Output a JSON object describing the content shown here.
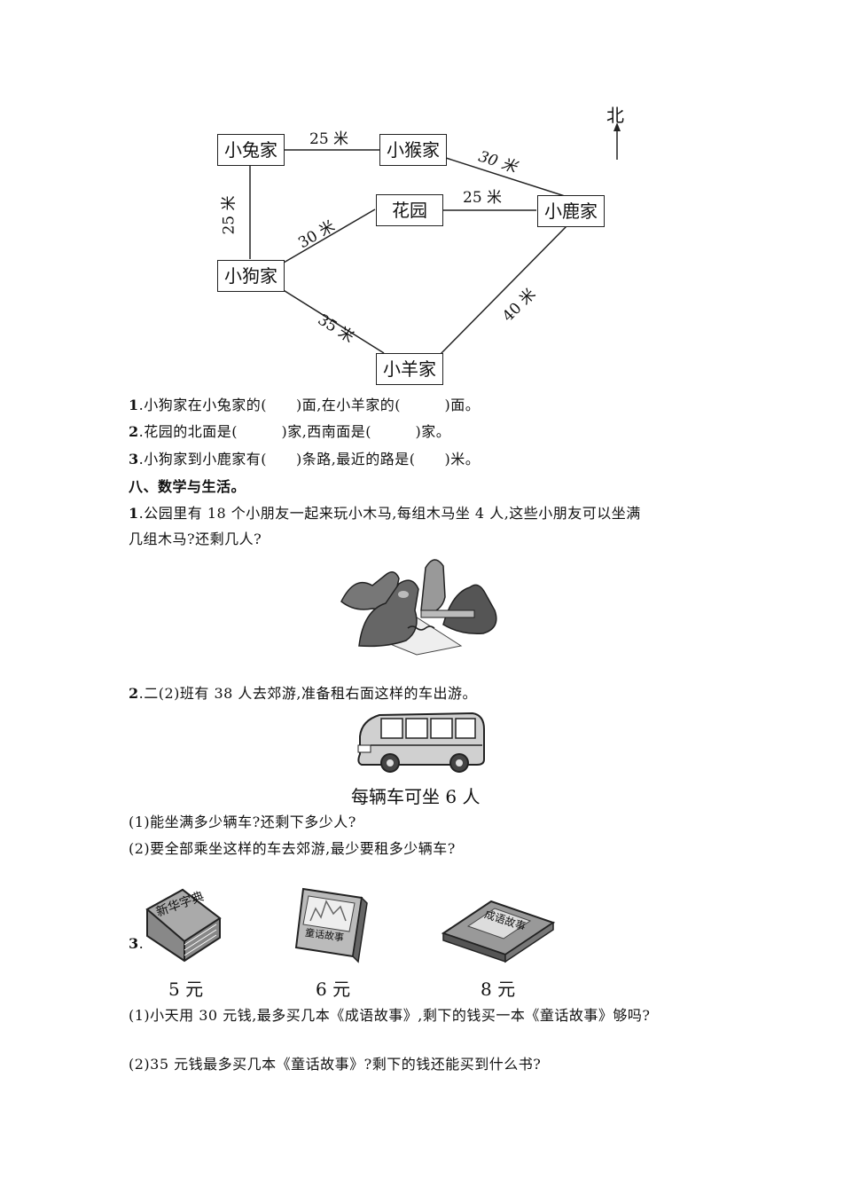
{
  "map": {
    "north": "北",
    "nodes": {
      "rabbit": "小兔家",
      "monkey": "小猴家",
      "garden": "花园",
      "deer": "小鹿家",
      "dog": "小狗家",
      "sheep": "小羊家"
    },
    "edges": {
      "rabbit_monkey": "25 米",
      "monkey_deer": "30 米",
      "rabbit_dog": "25 米",
      "dog_garden": "30 米",
      "garden_deer": "25 米",
      "dog_sheep": "35 米",
      "sheep_deer": "40 米"
    }
  },
  "questions_map": [
    {
      "num": "1",
      "text": ".小狗家在小兔家的(　　)面,在小羊家的(　　　)面。"
    },
    {
      "num": "2",
      "text": ".花园的北面是(　　　)家,西南面是(　　　)家。"
    },
    {
      "num": "3",
      "text": ".小狗家到小鹿家有(　　)条路,最近的路是(　　)米。"
    }
  ],
  "section8": {
    "heading": "八、数学与生活。",
    "q1": {
      "num": "1",
      "line1": ".公园里有 18 个小朋友一起来玩小木马,每组木马坐 4 人,这些小朋友可以坐满",
      "line2": "几组木马?还剩几人?"
    },
    "q2": {
      "num": "2",
      "text": ".二(2)班有 38 人去郊游,准备租右面这样的车出游。",
      "bus_caption": "每辆车可坐 6 人",
      "sub1": "(1)能坐满多少辆车?还剩下多少人?",
      "sub2": "(2)要全部乘坐这样的车去郊游,最少要租多少辆车?"
    },
    "q3": {
      "num": "3",
      "dot": ".",
      "books": [
        {
          "title": "新华字典",
          "price": "5 元"
        },
        {
          "title": "童话故事",
          "price": "6 元"
        },
        {
          "title": "成语故事",
          "price": "8 元"
        }
      ],
      "sub1": "(1)小天用 30 元钱,最多买几本《成语故事》,剩下的钱买一本《童话故事》够吗?",
      "sub2": "(2)35 元钱最多买几本《童话故事》?剩下的钱还能买到什么书?"
    }
  }
}
